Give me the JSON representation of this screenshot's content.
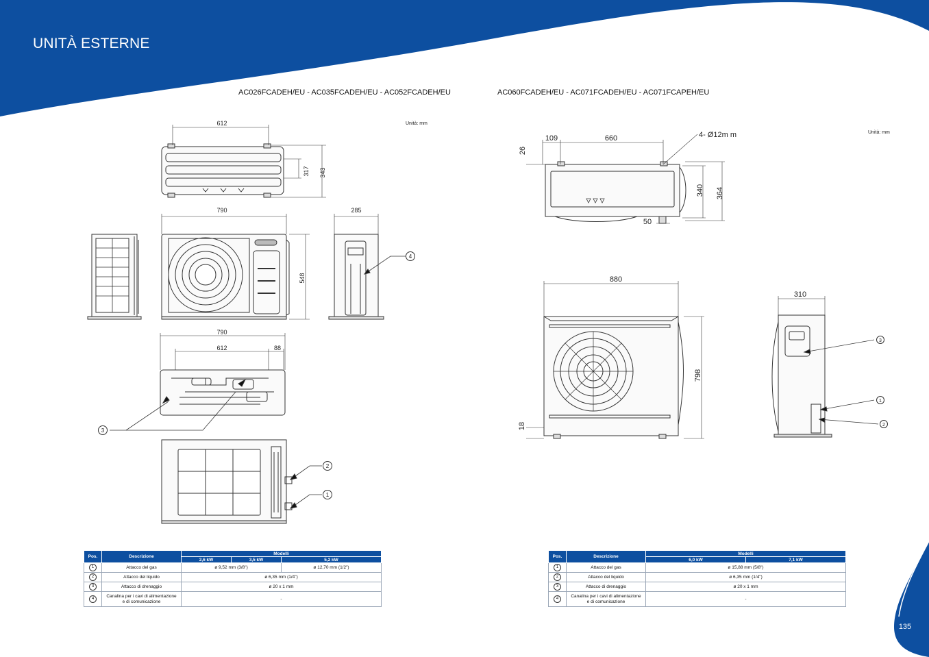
{
  "header": {
    "title": "UNITÀ ESTERNE"
  },
  "left": {
    "models": "AC026FCADEH/EU - AC035FCADEH/EU - AC052FCADEH/EU",
    "unit": "Unità: mm",
    "dims": {
      "top_width": "612",
      "top_depth": "317",
      "top_depth_total": "343",
      "front_width": "790",
      "front_height": "548",
      "side_depth": "285",
      "bottom_width": "790",
      "bottom_pitch": "612",
      "bottom_offset": "88"
    },
    "callouts": [
      "1",
      "2",
      "3",
      "4"
    ],
    "table": {
      "h_pos": "Pos.",
      "h_desc": "Descrizione",
      "h_models": "Modelli",
      "models": [
        "2,6 kW",
        "3,5 kW",
        "5,2 kW"
      ],
      "rows": [
        {
          "pos": "1",
          "desc": "Attacco del gas",
          "v1": "ø 9,52 mm (3/8\")",
          "v2": "ø 12,70 mm (1/2\")"
        },
        {
          "pos": "2",
          "desc": "Attacco del liquido",
          "v": "ø 6,35 mm (1/4\")"
        },
        {
          "pos": "3",
          "desc": "Attacco di drenaggio",
          "v": "ø 20 x 1 mm"
        },
        {
          "pos": "4",
          "desc1": "Canalina per i cavi di alimentazione",
          "desc2": "e di comunicazione",
          "v": "-"
        }
      ]
    }
  },
  "right": {
    "models": "AC060FCADEH/EU - AC071FCADEH/EU - AC071FCAPEH/EU",
    "unit": "Unità: mm",
    "dims": {
      "top_offset": "109",
      "top_pitch": "660",
      "holes": "4- Ø12m m",
      "top_side": "26",
      "top_depth": "340",
      "top_depth_total": "364",
      "top_bottom": "50",
      "front_width": "880",
      "front_height": "798",
      "front_foot": "18",
      "side_depth": "310"
    },
    "callouts": [
      "1",
      "2",
      "3"
    ],
    "table": {
      "h_pos": "Pos.",
      "h_desc": "Descrizione",
      "h_models": "Modelli",
      "models": [
        "6,0 kW",
        "7,1 kW"
      ],
      "rows": [
        {
          "pos": "1",
          "desc": "Attacco del gas",
          "v": "ø 15,88 mm (5/8\")"
        },
        {
          "pos": "2",
          "desc": "Attacco del liquido",
          "v": "ø 6,35 mm (1/4\")"
        },
        {
          "pos": "3",
          "desc": "Attacco di drenaggio",
          "v": "ø 20 x 1 mm"
        },
        {
          "pos": "4",
          "desc1": "Canalina per i cavi di alimentazione",
          "desc2": "e di comunicazione",
          "v": "-"
        }
      ]
    }
  },
  "footer": {
    "page_number": "135"
  },
  "colors": {
    "brand_blue": "#0d4fa0",
    "text": "#222222"
  }
}
